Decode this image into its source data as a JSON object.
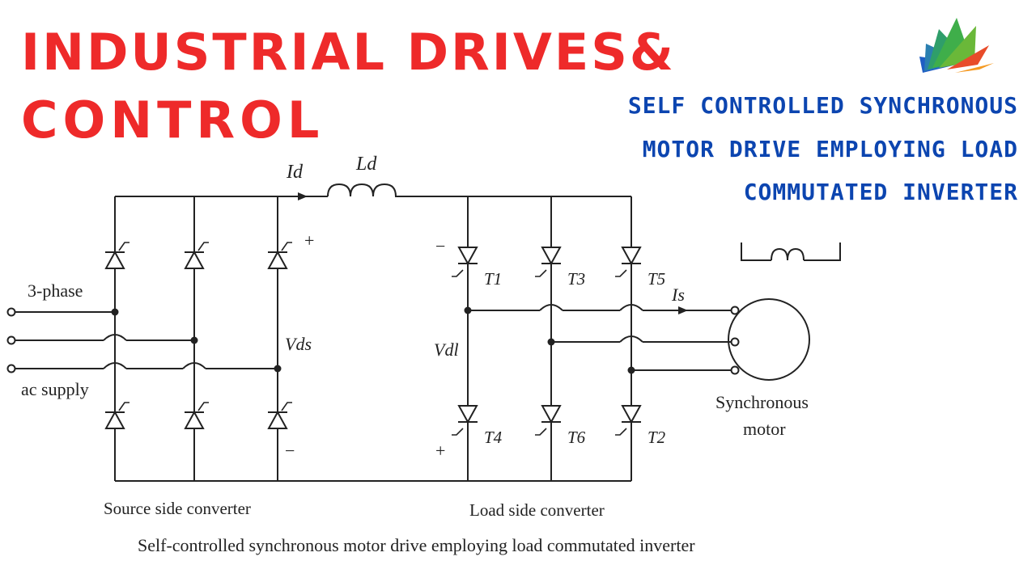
{
  "header": {
    "title_line1": "INDUSTRIAL DRIVES&",
    "title_line2": "CONTROL",
    "subtitle_lines": [
      "SELF CONTROLLED SYNCHRONOUS",
      "MOTOR DRIVE EMPLOYING LOAD",
      "COMMUTATED INVERTER"
    ],
    "title_color": "#ee2a2a",
    "subtitle_color": "#0c45b0"
  },
  "logo": {
    "icon": "leaf-fan-logo-icon"
  },
  "diagram": {
    "labels": {
      "input_top": "3-phase",
      "input_bottom": "ac supply",
      "current_d": "Id",
      "inductor": "Ld",
      "vds": "Vds",
      "vdl": "Vdl",
      "is": "Is",
      "motor": [
        "Synchronous",
        "motor"
      ],
      "plus": "+",
      "minus": "−",
      "source_converter": "Source side converter",
      "load_converter": "Load side converter"
    },
    "thyristors": [
      "T1",
      "T3",
      "T5",
      "T4",
      "T6",
      "T2"
    ],
    "caption": "Self-controlled synchronous motor drive employing load commutated inverter"
  }
}
